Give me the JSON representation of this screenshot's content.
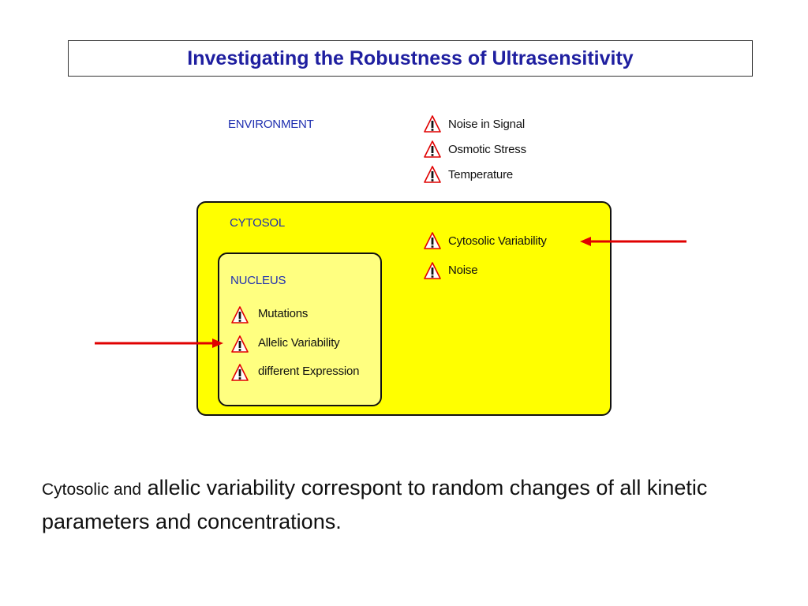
{
  "title": "Investigating the Robustness of Ultrasensitivity",
  "environment": {
    "label": "ENVIRONMENT",
    "items": [
      "Noise in Signal",
      "Osmotic Stress",
      "Temperature"
    ]
  },
  "cytosol": {
    "label": "CYTOSOL",
    "items": [
      "Cytosolic Variability",
      "Noise"
    ]
  },
  "nucleus": {
    "label": "NUCLEUS",
    "items": [
      "Mutations",
      "Allelic Variability",
      "different Expression"
    ]
  },
  "caption": {
    "small_part1": "Cytosolic and",
    "rest": " allelic variability correspont to random changes of all kinetic parameters and concentrations."
  },
  "warning_icon_symbol": "!",
  "colors": {
    "title": "#1f1fa0",
    "section_label": "#1f2fb0",
    "cytosol_fill": "#ffff00",
    "nucleus_fill": "#ffff80",
    "arrow": "#e00000",
    "warning_border": "#e00000"
  }
}
